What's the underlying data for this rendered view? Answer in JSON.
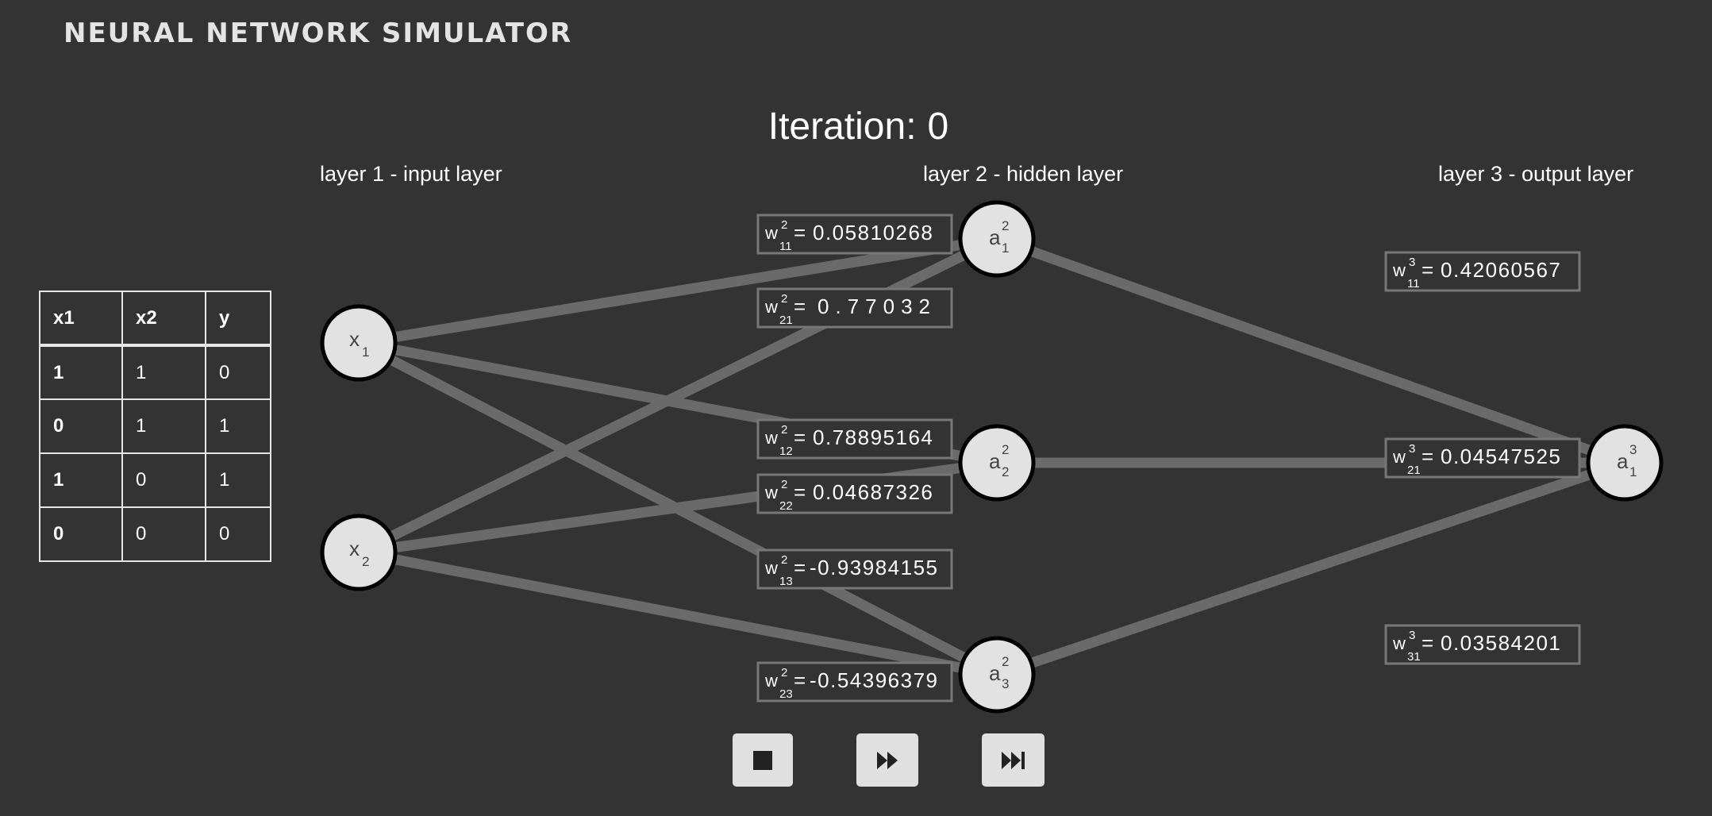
{
  "app": {
    "title": "Neural Network Simulator"
  },
  "iteration": {
    "label": "Iteration:",
    "value": "0"
  },
  "layers": [
    {
      "label": "layer 1 - input layer"
    },
    {
      "label": "layer 2 - hidden layer"
    },
    {
      "label": "layer 3 - output layer"
    }
  ],
  "truth_table": {
    "headers": [
      "x1",
      "x2",
      "y"
    ],
    "rows": [
      [
        "1",
        "1",
        "0"
      ],
      [
        "0",
        "1",
        "1"
      ],
      [
        "1",
        "0",
        "1"
      ],
      [
        "0",
        "0",
        "0"
      ]
    ]
  },
  "nodes": {
    "input": [
      {
        "main": "x",
        "sub": "1",
        "sup": ""
      },
      {
        "main": "x",
        "sub": "2",
        "sup": ""
      }
    ],
    "hidden": [
      {
        "main": "a",
        "sub": "1",
        "sup": "2"
      },
      {
        "main": "a",
        "sub": "2",
        "sup": "2"
      },
      {
        "main": "a",
        "sub": "3",
        "sup": "2"
      }
    ],
    "output": [
      {
        "main": "a",
        "sub": "1",
        "sup": "3"
      }
    ]
  },
  "weights": {
    "layer2": [
      {
        "sup": "2",
        "sub": "11",
        "value": "0.05810268"
      },
      {
        "sup": "2",
        "sub": "21",
        "value": " 0.77032"
      },
      {
        "sup": "2",
        "sub": "12",
        "value": "0.78895164"
      },
      {
        "sup": "2",
        "sub": "22",
        "value": "0.04687326"
      },
      {
        "sup": "2",
        "sub": "13",
        "value": "-0.93984155"
      },
      {
        "sup": "2",
        "sub": "23",
        "value": "-0.54396379"
      }
    ],
    "layer3": [
      {
        "sup": "3",
        "sub": "11",
        "value": "0.42060567"
      },
      {
        "sup": "3",
        "sub": "21",
        "value": "0.04547525"
      },
      {
        "sup": "3",
        "sub": "31",
        "value": "0.03584201"
      }
    ]
  },
  "controls": {
    "stop_icon": "stop-icon",
    "step_icon": "fast-forward-icon",
    "skip_icon": "skip-to-end-icon"
  },
  "colors": {
    "background": "#333333",
    "edge": "#6a6a6a",
    "node_fill": "#e2e2e2",
    "weight_box_border": "#777777",
    "button": "#e0e0e0"
  }
}
